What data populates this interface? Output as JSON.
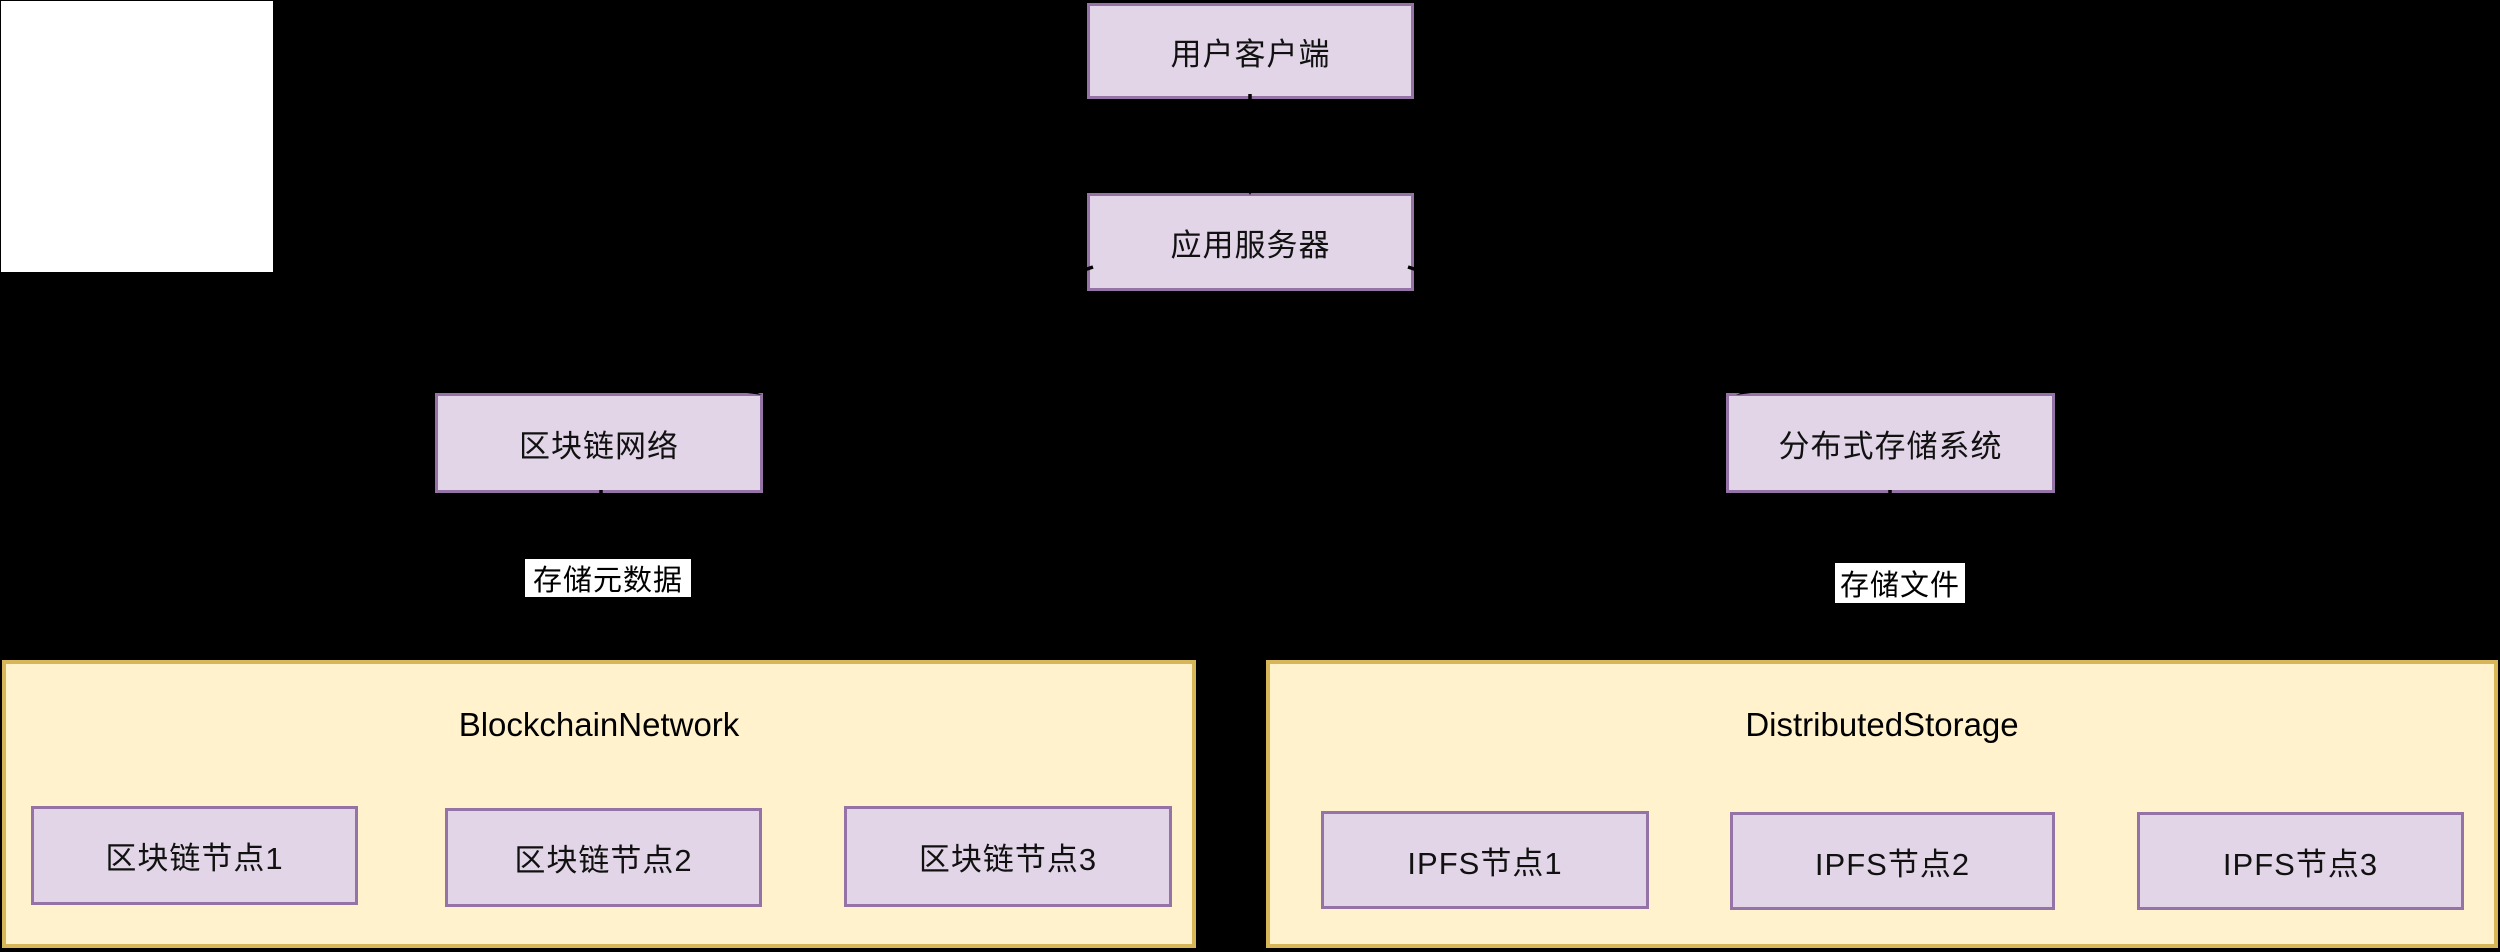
{
  "diagram": {
    "nodes": {
      "user_client": "用户客户端",
      "app_server": "应用服务器",
      "blockchain_network": "区块链网络",
      "distributed_storage": "分布式存储系统"
    },
    "edge_labels": {
      "store_metadata": "存储元数据",
      "store_files": "存储文件"
    },
    "subgraphs": [
      {
        "title": "BlockchainNetwork",
        "nodes": [
          "区块链节点1",
          "区块链节点2",
          "区块链节点3"
        ]
      },
      {
        "title": "DistributedStorage",
        "nodes": [
          "IPFS节点1",
          "IPFS节点2",
          "IPFS节点3"
        ]
      }
    ],
    "colors": {
      "background": "#000000",
      "node_fill": "#e1d5e7",
      "node_border": "#9673a6",
      "subgraph_fill": "#fff2cc",
      "subgraph_border": "#d6b656",
      "edge_label_bg": "#ffffff",
      "edge_color": "#000000",
      "text": "#111111"
    }
  }
}
